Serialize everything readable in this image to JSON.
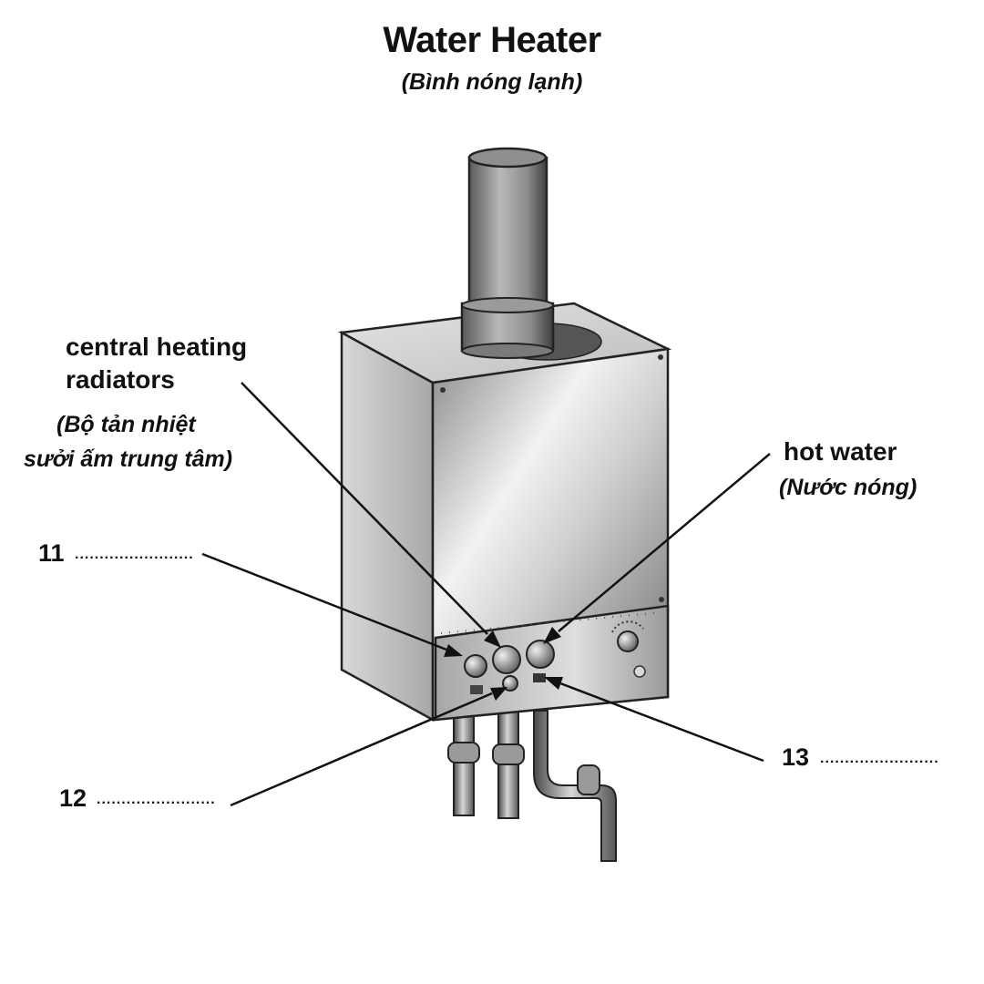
{
  "title": "Water Heater",
  "subtitle": "(Bình nóng lạnh)",
  "labels": {
    "central_heating_line1": "central heating",
    "central_heating_line2": "radiators",
    "central_heating_vi_line1": "(Bộ tản nhiệt",
    "central_heating_vi_line2": "sưởi ấm trung tâm)",
    "hot_water": "hot water",
    "hot_water_vi": "(Nước nóng)"
  },
  "blanks": [
    {
      "number": "11",
      "dots": "........................"
    },
    {
      "number": "12",
      "dots": "........................"
    },
    {
      "number": "13",
      "dots": "........................"
    }
  ]
}
